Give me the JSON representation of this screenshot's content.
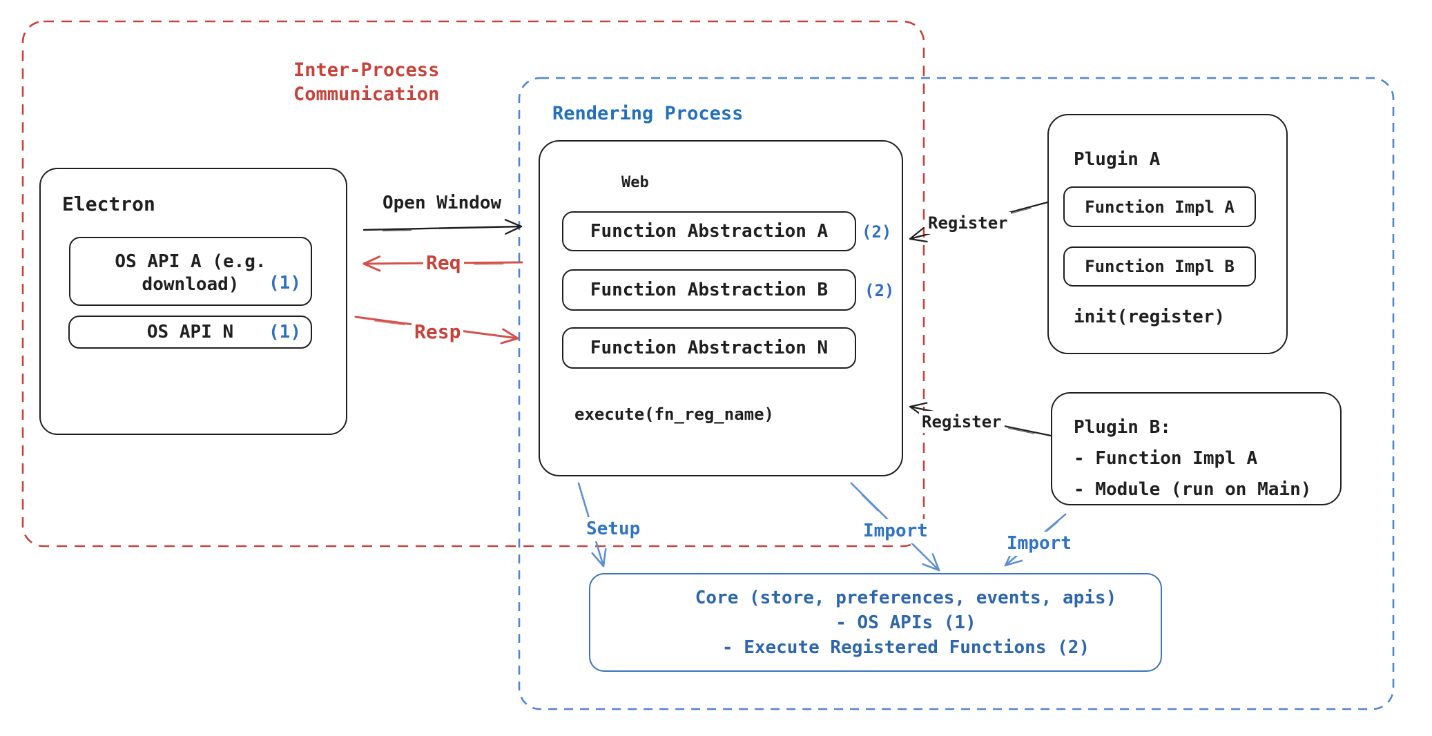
{
  "palette": {
    "ink": "#1f1f1f",
    "red": "#c7423a",
    "red_arrow": "#d2524b",
    "blue_title": "#2270bd",
    "blue_badge": "#2e6fc0",
    "blue_core": "#2d66ad",
    "blue_core_border": "#3a72bb",
    "blue_dash": "#4e86d0",
    "blue_arrow": "#5d8fd0",
    "blue_label": "#2f74c4",
    "background": "#ffffff"
  },
  "ipc_region": {
    "title_line1": "Inter-Process",
    "title_line2": "Communication"
  },
  "rendering_region": {
    "title": "Rendering Process"
  },
  "electron": {
    "title": "Electron",
    "os_api_a_line1": "OS API A (e.g.",
    "os_api_a_line2": "download)",
    "os_api_a_badge": "(1)",
    "os_api_n_label": "OS API N",
    "os_api_n_badge": "(1)"
  },
  "web": {
    "title": "Web",
    "function_abstraction_a": "Function Abstraction A",
    "badge_a": "(2)",
    "function_abstraction_b": "Function Abstraction B",
    "badge_b": "(2)",
    "function_abstraction_n": "Function Abstraction N",
    "execute_label": "execute(fn_reg_name)"
  },
  "plugin_a": {
    "title": "Plugin A",
    "function_impl_a": "Function Impl A",
    "function_impl_b": "Function Impl B",
    "init_label": "init(register)"
  },
  "plugin_b": {
    "title": "Plugin B:",
    "item_1": "- Function Impl A",
    "item_2": "- Module (run on Main)"
  },
  "core": {
    "line1": "Core (store, preferences, events, apis)",
    "line2": "- OS APIs (1)",
    "line3": "- Execute Registered Functions (2)"
  },
  "connectors": {
    "open_window": "Open Window",
    "req": "Req",
    "resp": "Resp",
    "register_top": "Register",
    "register_bottom": "Register",
    "setup": "Setup",
    "import_web": "Import",
    "import_plugin": "Import"
  }
}
